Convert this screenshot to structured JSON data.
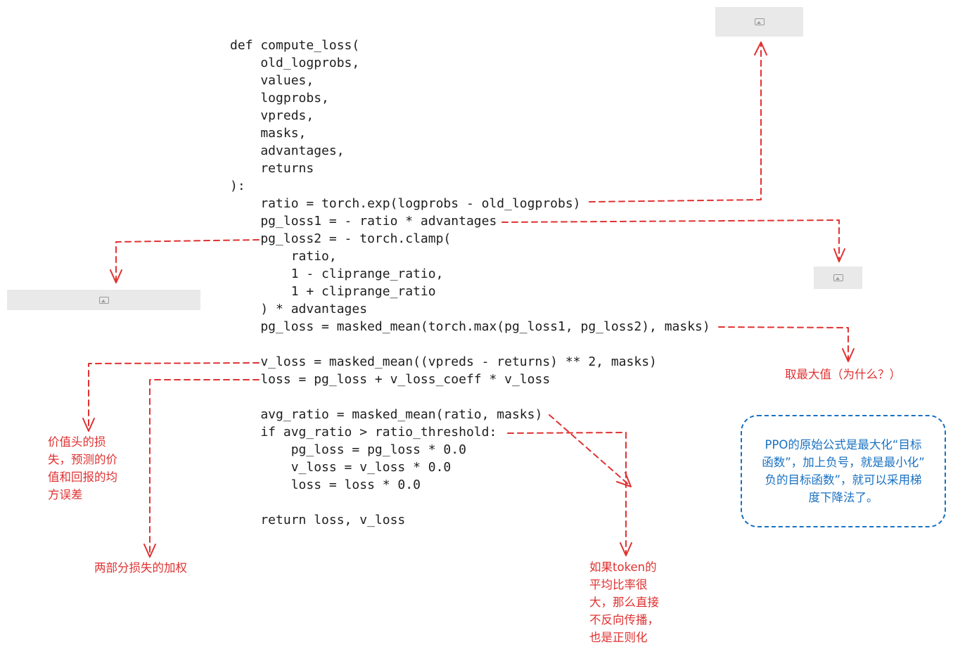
{
  "code_lines": [
    "def compute_loss(",
    "    old_logprobs,",
    "    values,",
    "    logprobs,",
    "    vpreds,",
    "    masks,",
    "    advantages,",
    "    returns",
    "):",
    "    ratio = torch.exp(logprobs - old_logprobs)",
    "    pg_loss1 = - ratio * advantages",
    "    pg_loss2 = - torch.clamp(",
    "        ratio,",
    "        1 - cliprange_ratio,",
    "        1 + cliprange_ratio",
    "    ) * advantages",
    "    pg_loss = masked_mean(torch.max(pg_loss1, pg_loss2), masks)",
    "",
    "    v_loss = masked_mean((vpreds - returns) ** 2, masks)",
    "    loss = pg_loss + v_loss_coeff * v_loss",
    "",
    "    avg_ratio = masked_mean(ratio, masks)",
    "    if avg_ratio > ratio_threshold:",
    "        pg_loss = pg_loss * 0.0",
    "        v_loss = v_loss * 0.0",
    "        loss = loss * 0.0",
    "",
    "    return loss, v_loss"
  ],
  "annotations": {
    "max_note": "取最大值（为什么？）",
    "value_loss_note": [
      "价值头的损",
      "失，预测的价",
      "值和回报的均",
      "方误差"
    ],
    "weighted_sum_note": "两部分损失的加权",
    "ratio_threshold_note": [
      "如果token的",
      "平均比率很",
      "大，那么直接",
      "不反向传播，",
      "也是正则化"
    ]
  },
  "blue_note": "PPO的原始公式是最大化“目标\n函数”，加上负号，就是最小化”\n负的目标函数”，就可以采用梯\n度下降法了。",
  "colors": {
    "code": "#1e1e1e",
    "annotation_red": "#e03131",
    "note_blue": "#1971c2",
    "placeholder_gray": "#e9e9e9"
  },
  "icons": [
    "image-placeholder-icon"
  ]
}
